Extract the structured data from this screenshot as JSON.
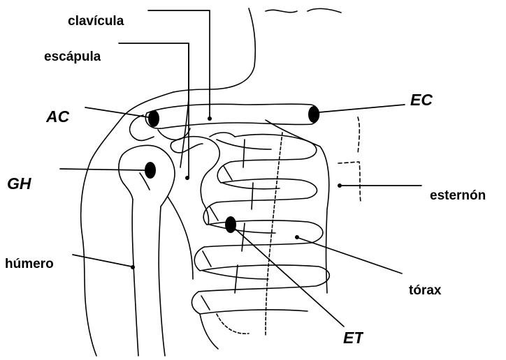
{
  "diagram": {
    "labels": {
      "clavicula": "clavícula",
      "escapula": "escápula",
      "ac": "AC",
      "ec": "EC",
      "gh": "GH",
      "esternon": "esternón",
      "humero": "húmero",
      "torax": "tórax",
      "et": "ET"
    }
  }
}
